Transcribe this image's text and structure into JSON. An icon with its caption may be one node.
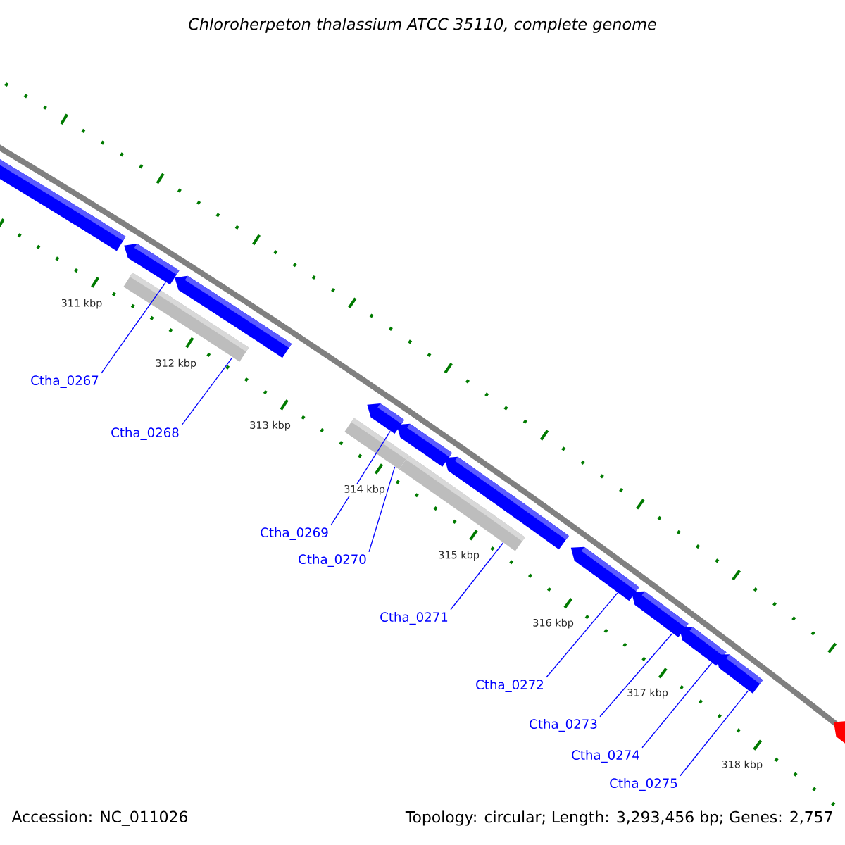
{
  "diagram": {
    "title": "Chloroherpeton thalassium ATCC 35110, complete genome",
    "nodes": [
      {
        "text": [
          "Ctha_0267"
        ]
      },
      {
        "text": [
          "Ctha_0268"
        ]
      },
      {
        "text": [
          "Ctha_0269"
        ]
      },
      {
        "text": [
          "Ctha_0270"
        ]
      },
      {
        "text": [
          "Ctha_0271"
        ]
      },
      {
        "text": [
          "Ctha_0272"
        ]
      },
      {
        "text": [
          "Ctha_0273"
        ]
      },
      {
        "text": [
          "Ctha_0274"
        ]
      },
      {
        "text": [
          "Ctha_0275"
        ]
      },
      {
        "text": [],
        "shape": "bar"
      },
      {
        "text": [],
        "shape": "arrow"
      },
      {
        "text": [],
        "shape": "bar"
      },
      {
        "text": [],
        "shape": "arrow"
      },
      {
        "text": [],
        "shape": "arrow"
      },
      {
        "text": [],
        "shape": "bar"
      },
      {
        "text": [],
        "shape": "arrow"
      },
      {
        "text": [],
        "shape": "bar"
      },
      {
        "text": [],
        "shape": "arrow"
      },
      {
        "text": [],
        "shape": "arrow"
      },
      {
        "text": [],
        "shape": "arrow"
      },
      {
        "text": [],
        "shape": "arrow"
      },
      {
        "text": [],
        "shape": "arrow"
      },
      {
        "text": [],
        "shape": "arrow"
      }
    ],
    "edges": [
      {
        "from": 0,
        "to": 10,
        "arrow": "none"
      },
      {
        "from": 1,
        "to": 11,
        "arrow": "none"
      },
      {
        "from": 2,
        "to": 13,
        "arrow": "none"
      },
      {
        "from": 3,
        "to": 14,
        "arrow": "none"
      },
      {
        "from": 4,
        "to": 16,
        "arrow": "none"
      },
      {
        "from": 5,
        "to": 18,
        "arrow": "none"
      },
      {
        "from": 6,
        "to": 19,
        "arrow": "none"
      },
      {
        "from": 7,
        "to": 20,
        "arrow": "none"
      },
      {
        "from": 8,
        "to": 21,
        "arrow": "none"
      }
    ],
    "labels": [
      "311 kbp",
      "312 kbp",
      "313 kbp",
      "314 kbp",
      "315 kbp",
      "316 kbp",
      "317 kbp",
      "318 kbp",
      "Accession: NC_011026",
      "Topology: circular; Length: 3,293,456 bp; Genes: 2,757"
    ]
  }
}
